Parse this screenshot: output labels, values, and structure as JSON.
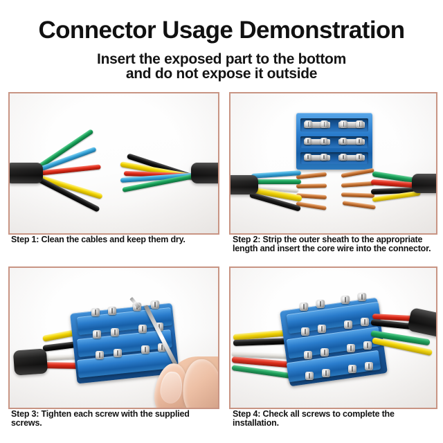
{
  "header": {
    "title": "Connector Usage Demonstration",
    "subtitle_line1": "Insert the exposed part to the bottom",
    "subtitle_line2": "and do not expose it outside"
  },
  "colors": {
    "panel_border": "#c89483",
    "background": "#ffffff",
    "text": "#121212",
    "connector_blue": "#2a7ccc",
    "screw_silver": "#c6c6c6",
    "wire_green": "#17a058",
    "wire_blue": "#35a3d8",
    "wire_red": "#de2a18",
    "wire_yellow": "#f2d400",
    "wire_black": "#131313",
    "wire_white": "#e8e6e2",
    "copper": "#c87434",
    "skin": "#f3c2a5"
  },
  "steps": [
    {
      "id": "step-1",
      "caption": "Step 1: Clean the cables and keep them dry.",
      "scene": "two black cables facing each other with five fanned colored conductor wires each",
      "wire_colors": [
        "green",
        "blue",
        "red",
        "yellow",
        "black"
      ]
    },
    {
      "id": "step-2",
      "caption": "Step 2: Strip the outer sheath to the appropriate length and insert the core wire into the connector.",
      "scene": "blue terminal block with three rows of silver screws above two stripped cables showing bare copper cores",
      "screw_rows": 3,
      "screws_per_row": 4
    },
    {
      "id": "step-3",
      "caption": "Step 3: Tighten each screw with the supplied screws.",
      "scene": "hand holding a screwdriver tightening a screw on the blue connector with cable attached"
    },
    {
      "id": "step-4",
      "caption": "Step 4: Check all screws to complete the installation.",
      "scene": "finished assembly, both cables joined through the blue connector with all screws tightened"
    }
  ]
}
